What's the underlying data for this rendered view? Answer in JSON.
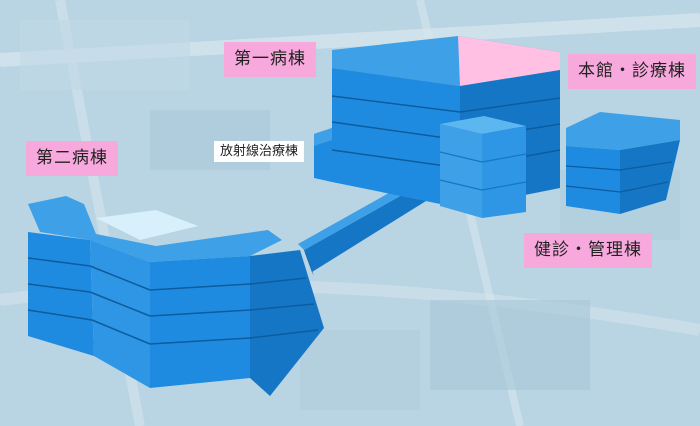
{
  "labels": {
    "ward2": "第二病棟",
    "ward1": "第一病棟",
    "radiation": "放射線治療棟",
    "main": "本館・診療棟",
    "health": "健診・管理棟"
  },
  "colors": {
    "map_base": "#b9d4e2",
    "building_top": "#3ea0e6",
    "building_front": "#1f8be0",
    "building_side": "#1676c6",
    "floor_line": "#0d5c9e",
    "label_bg": "#f7a8dc",
    "rooftop_pink": "#ffc0e4",
    "rooftop_light": "#d8f0fb",
    "connector": "#5cb6f0"
  }
}
